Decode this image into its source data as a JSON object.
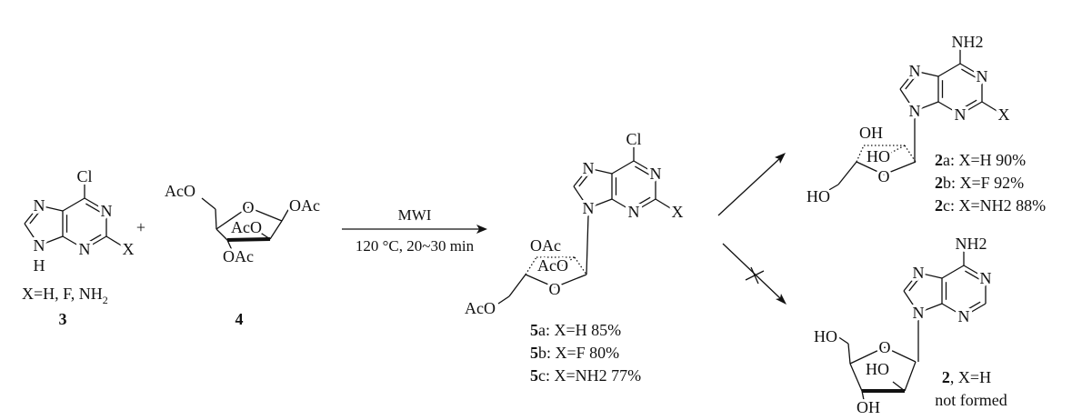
{
  "reagents": {
    "compound_3": {
      "number": "3",
      "substituents": "X=H, F, NH2",
      "labels": {
        "top": "Cl",
        "n7": "N",
        "n1": "N",
        "n3": "N",
        "n9": "N",
        "h9": "H",
        "x": "X"
      }
    },
    "plus": "+",
    "compound_4": {
      "number": "4",
      "labels": {
        "ring_o": "O",
        "c1": "OAc",
        "c5": "AcO",
        "c2": "AcO",
        "c3": "OAc"
      }
    }
  },
  "conditions": {
    "above": "MWI",
    "below": "120 °C, 20~30 min"
  },
  "intermediate_5": {
    "labels": {
      "top": "Cl",
      "n7": "N",
      "n1": "N",
      "n3": "N",
      "n9": "N",
      "x": "X",
      "ring_o": "O",
      "c3": "OAc",
      "c2": "AcO",
      "c5": "AcO"
    },
    "yields": [
      {
        "num": "5",
        "text": "a: X=H 85%"
      },
      {
        "num": "5",
        "text": "b: X=F 80%"
      },
      {
        "num": "5",
        "text": "c: X=NH2 77%"
      }
    ]
  },
  "product_2": {
    "labels": {
      "top": "NH2",
      "n7": "N",
      "n1": "N",
      "n3": "N",
      "n9": "N",
      "x": "X",
      "ring_o": "O",
      "c3": "OH",
      "c2": "HO",
      "c5": "HO"
    },
    "yields": [
      {
        "num": "2",
        "text": "a: X=H 90%"
      },
      {
        "num": "2",
        "text": "b: X=F 92%"
      },
      {
        "num": "2",
        "text": "c: X=NH2 88%"
      }
    ]
  },
  "not_formed_2": {
    "labels": {
      "top": "NH2",
      "n7": "N",
      "n1": "N",
      "n3": "N",
      "n9": "N",
      "ring_o": "O",
      "c5": "HO",
      "c2": "HO",
      "c3": "OH"
    },
    "caption_num": "2",
    "caption_text": ", X=H",
    "caption_note": "not formed"
  }
}
